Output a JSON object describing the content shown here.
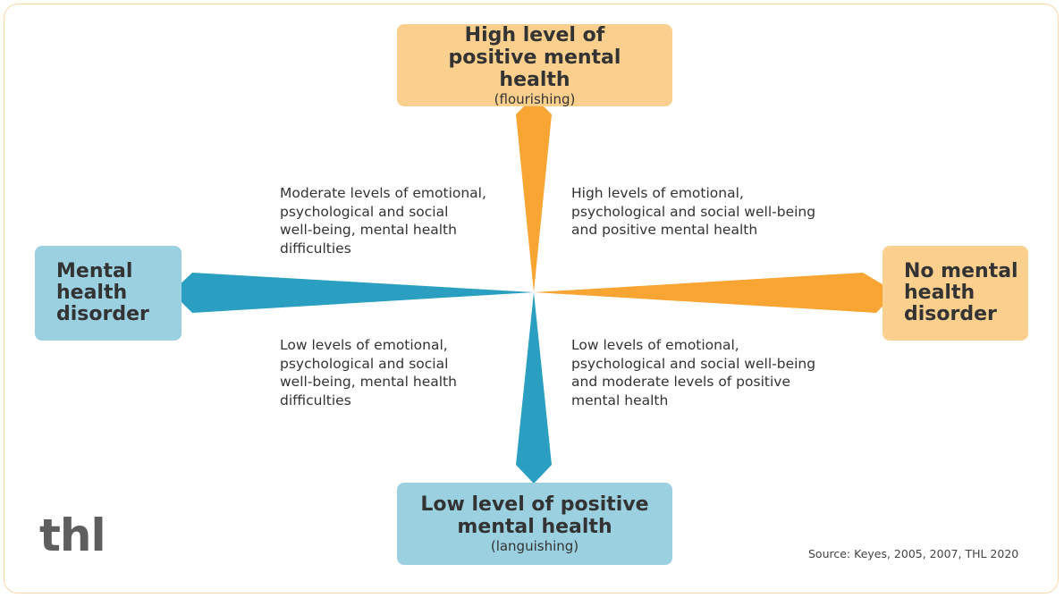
{
  "top_box": {
    "title": "High level of positive mental health",
    "subtitle": "(flourishing)"
  },
  "bottom_box": {
    "title": "Low level of positive mental health",
    "subtitle": "(languishing)"
  },
  "left_box": {
    "title": "Mental health disorder"
  },
  "right_box": {
    "title": "No mental health disorder"
  },
  "quadrants": {
    "top_left": "Moderate levels of emotional,\npsychological and social\nwell-being, mental health\ndifficulties",
    "top_right": "High levels of emotional,\npsychological and social well-being\nand positive mental health",
    "bottom_left": "Low levels of emotional,\npsychological and social\nwell-being, mental health\ndifficulties",
    "bottom_right": "Low levels of emotional,\npsychological and social well-being\nand moderate levels of positive\nmental health"
  },
  "logo": "thl",
  "source": "Source: Keyes, 2005, 2007, THL 2020",
  "colors": {
    "orange": "#f9a533",
    "light_orange": "#fbd08f",
    "blue": "#2a9fc1",
    "light_blue": "#9bd0e1"
  }
}
